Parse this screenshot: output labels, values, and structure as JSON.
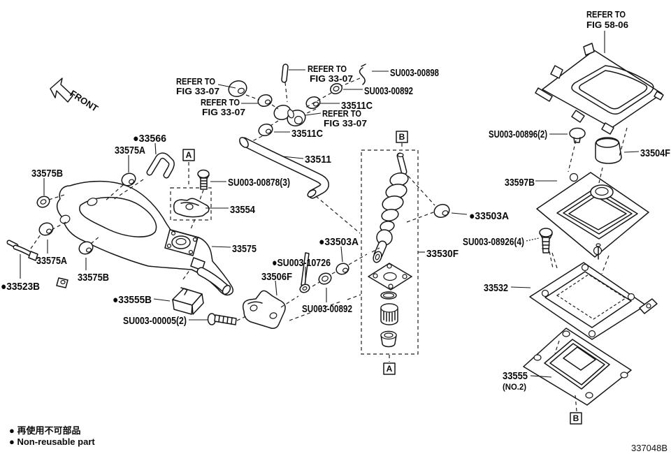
{
  "diagram": {
    "front_label": "FRONT",
    "doc_number": "337048B",
    "legend": {
      "jp": "● 再使用不可部品",
      "en": "● Non-reusable part"
    },
    "markers": {
      "a": "A",
      "b": "B"
    },
    "refer": {
      "to": "REFER TO",
      "fig_33_07": "FIG 33-07",
      "fig_58_06": "FIG 58-06"
    },
    "parts": {
      "p33511": "33511",
      "p33511c": "33511C",
      "p33566": "●33566",
      "p33575": "33575",
      "p33575a": "33575A",
      "p33575b": "33575B",
      "p33523b": "●33523B",
      "p33554": "33554",
      "p33555b": "●33555B",
      "p33506f": "33506F",
      "p33503a": "●33503A",
      "p33530f": "33530F",
      "p33532": "33532",
      "p33555": "33555",
      "p33555_no2": "(NO.2)",
      "p33597b": "33597B",
      "p33504f": "33504F",
      "su003_00898": "SU003-00898",
      "su003_00892": "SU003-00892",
      "su003_00878": "SU003-00878(3)",
      "su003_00005": "SU003-00005(2)",
      "su003_10726": "●SU003-10726",
      "su003_08926": "SU003-08926(4)",
      "su003_00896": "SU003-00896(2)"
    }
  }
}
